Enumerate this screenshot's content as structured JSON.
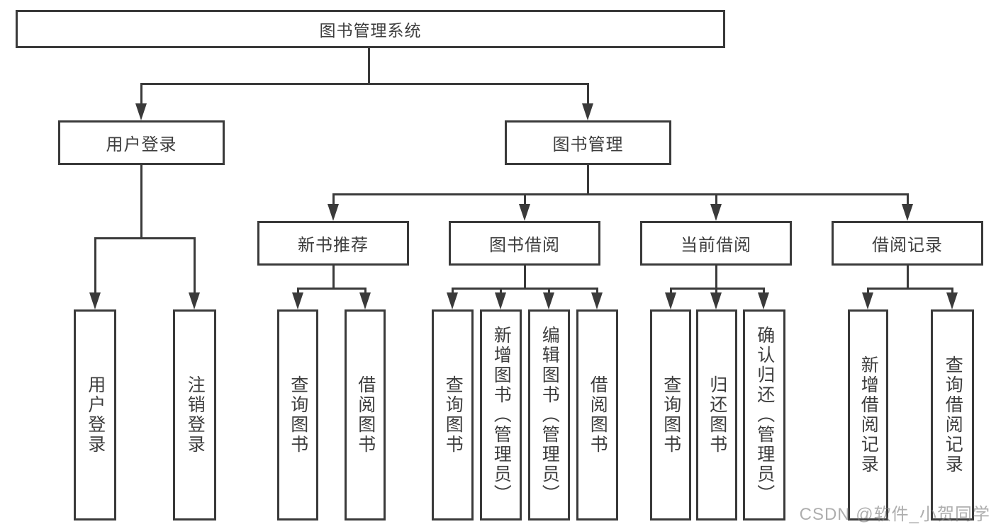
{
  "diagram": {
    "type": "hierarchy-chart",
    "title": "图书管理系统",
    "watermark": "CSDN @软件_小贺同学",
    "colors": {
      "line": "#3a3a3a",
      "border": "#3a3a3a",
      "text": "#3d3d3d",
      "background": "#ffffff",
      "watermark": "#a9a9a9"
    }
  },
  "nodes": {
    "root": "图书管理系统",
    "user_login": "用户登录",
    "book_mgmt": "图书管理",
    "new_book": "新书推荐",
    "book_borrow": "图书借阅",
    "current_borrow": "当前借阅",
    "borrow_records": "借阅记录",
    "ul_login": "用户登录",
    "ul_logout": "注销登录",
    "nb_query": "查询图书",
    "nb_borrow": "借阅图书",
    "bb_query": "查询图书",
    "bb_add": "新增图书（管理员）",
    "bb_edit": "编辑图书（管理员）",
    "bb_borrow": "借阅图书",
    "cb_query": "查询图书",
    "cb_return": "归还图书",
    "cb_confirm": "确认归还（管理员）",
    "br_add": "新增借阅记录",
    "br_query": "查询借阅记录"
  },
  "tree": {
    "label": "图书管理系统",
    "children": [
      {
        "label": "用户登录",
        "children": [
          {
            "label": "用户登录"
          },
          {
            "label": "注销登录"
          }
        ]
      },
      {
        "label": "图书管理",
        "children": [
          {
            "label": "新书推荐",
            "children": [
              {
                "label": "查询图书"
              },
              {
                "label": "借阅图书"
              }
            ]
          },
          {
            "label": "图书借阅",
            "children": [
              {
                "label": "查询图书"
              },
              {
                "label": "新增图书（管理员）"
              },
              {
                "label": "编辑图书（管理员）"
              },
              {
                "label": "借阅图书"
              }
            ]
          },
          {
            "label": "当前借阅",
            "children": [
              {
                "label": "查询图书"
              },
              {
                "label": "归还图书"
              },
              {
                "label": "确认归还（管理员）"
              }
            ]
          },
          {
            "label": "借阅记录",
            "children": [
              {
                "label": "新增借阅记录"
              },
              {
                "label": "查询借阅记录"
              }
            ]
          }
        ]
      }
    ]
  }
}
